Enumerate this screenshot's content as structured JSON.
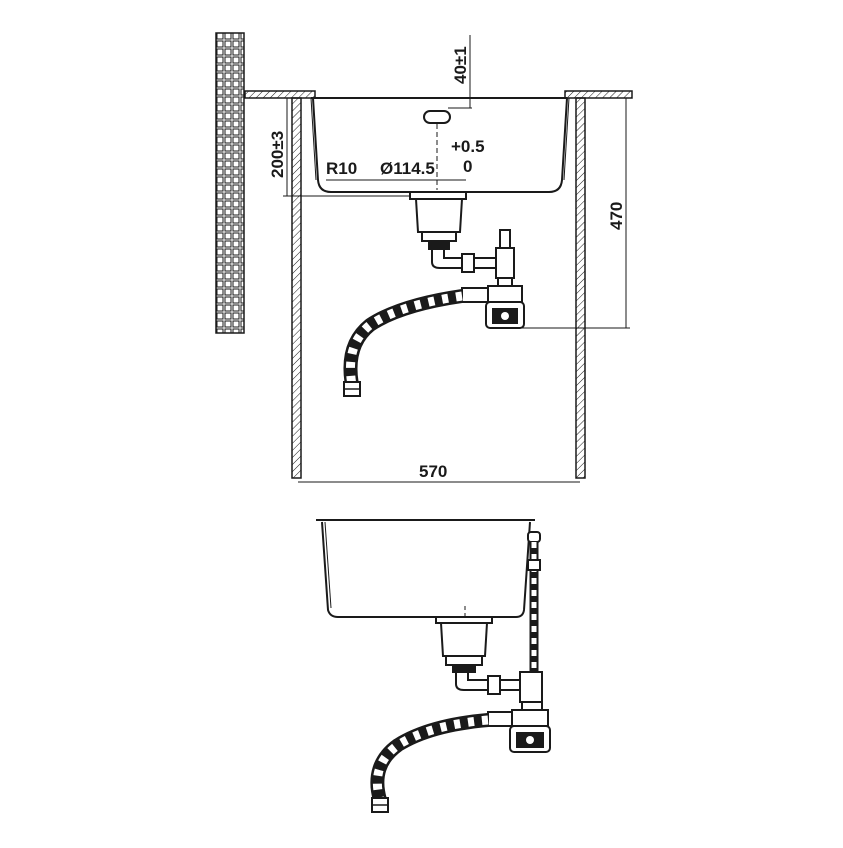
{
  "drawing": {
    "dimensions": {
      "overflow_height": "40±1",
      "depth_tolerance_top": "+0.5",
      "depth_tolerance_bottom": "0",
      "bowl_depth": "200±3",
      "corner_radius": "R10",
      "drain_diameter": "Ø114.5",
      "cabinet_height": "470",
      "cabinet_width": "570"
    }
  }
}
